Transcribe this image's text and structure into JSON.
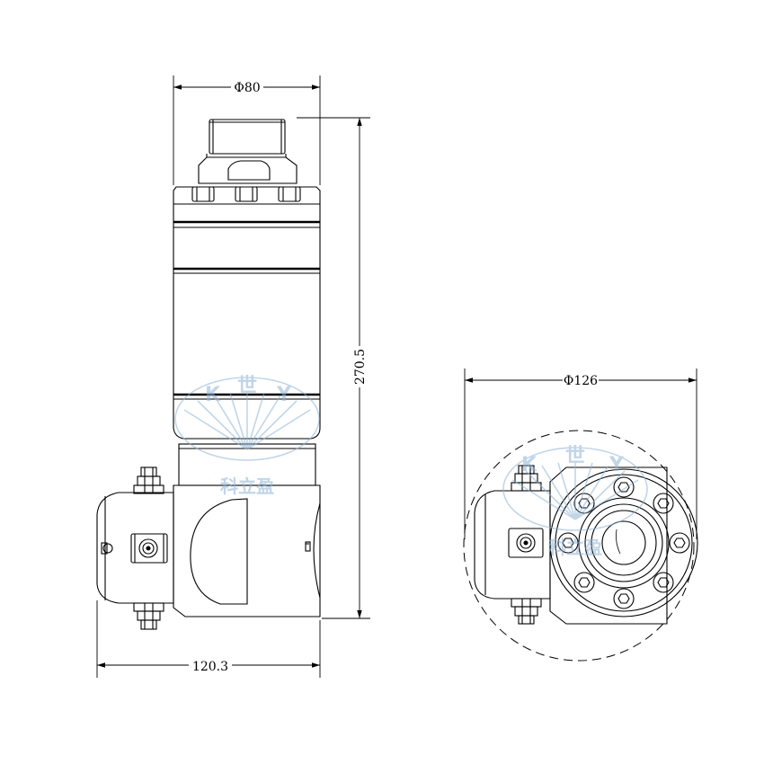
{
  "dimensions": {
    "top_width": "Φ80",
    "total_height": "270.5",
    "total_width": "120.3",
    "flange_diameter": "Φ126"
  },
  "watermark": {
    "letters": [
      "K",
      "Y"
    ],
    "brand_glyph": "世",
    "chinese_text": "科立盈",
    "color": "#8fb4d6"
  },
  "colors": {
    "line": "#000000",
    "background": "#ffffff"
  }
}
